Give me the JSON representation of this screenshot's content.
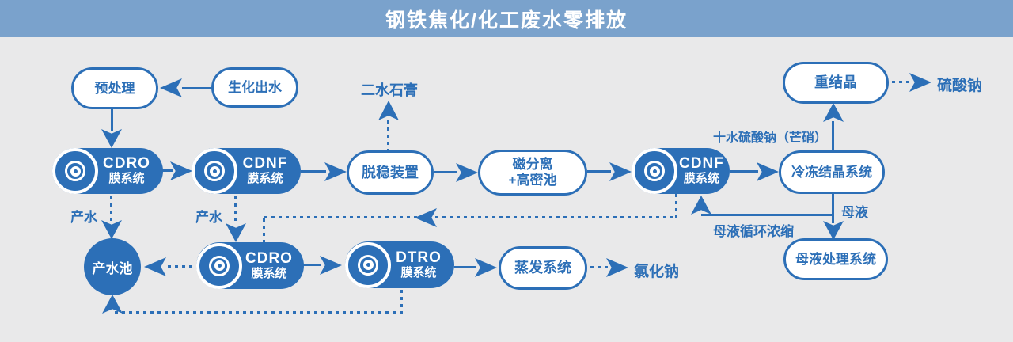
{
  "banner": {
    "title": "钢铁焦化/化工废水零排放"
  },
  "colors": {
    "accent": "#2c6fb7",
    "banner_bg": "#7aa2cc",
    "canvas_bg": "#e9e9ea",
    "node_text": "#ffffff"
  },
  "icons": {
    "membrane_disc": "concentric-circles"
  },
  "nodes": {
    "pretreat": {
      "label": "预处理"
    },
    "biochem": {
      "label": "生化出水"
    },
    "cdro1": {
      "line1": "CDRO",
      "line2": "膜系统"
    },
    "cdnf1": {
      "line1": "CDNF",
      "line2": "膜系统"
    },
    "destab": {
      "label": "脱稳装置"
    },
    "magsep": {
      "line1": "磁分离",
      "line2": "+高密池"
    },
    "cdnf2": {
      "line1": "CDNF",
      "line2": "膜系统"
    },
    "freeze": {
      "label": "冷冻结晶系统"
    },
    "recryst": {
      "label": "重结晶"
    },
    "mlsys": {
      "label": "母液处理系统"
    },
    "pool": {
      "label": "产水池"
    },
    "cdro2": {
      "line1": "CDRO",
      "line2": "膜系统"
    },
    "dtro": {
      "line1": "DTRO",
      "line2": "膜系统"
    },
    "evap": {
      "label": "蒸发系统"
    }
  },
  "labels": {
    "gypsum": "二水石膏",
    "sodium_sulfate": "硫酸钠",
    "glauber_salt": "十水硫酸钠（芒硝）",
    "mother_liquor": "母液",
    "ml_recycle": "母液循环浓缩",
    "product_water1": "产水",
    "product_water2": "产水",
    "sodium_chloride": "氯化钠"
  }
}
